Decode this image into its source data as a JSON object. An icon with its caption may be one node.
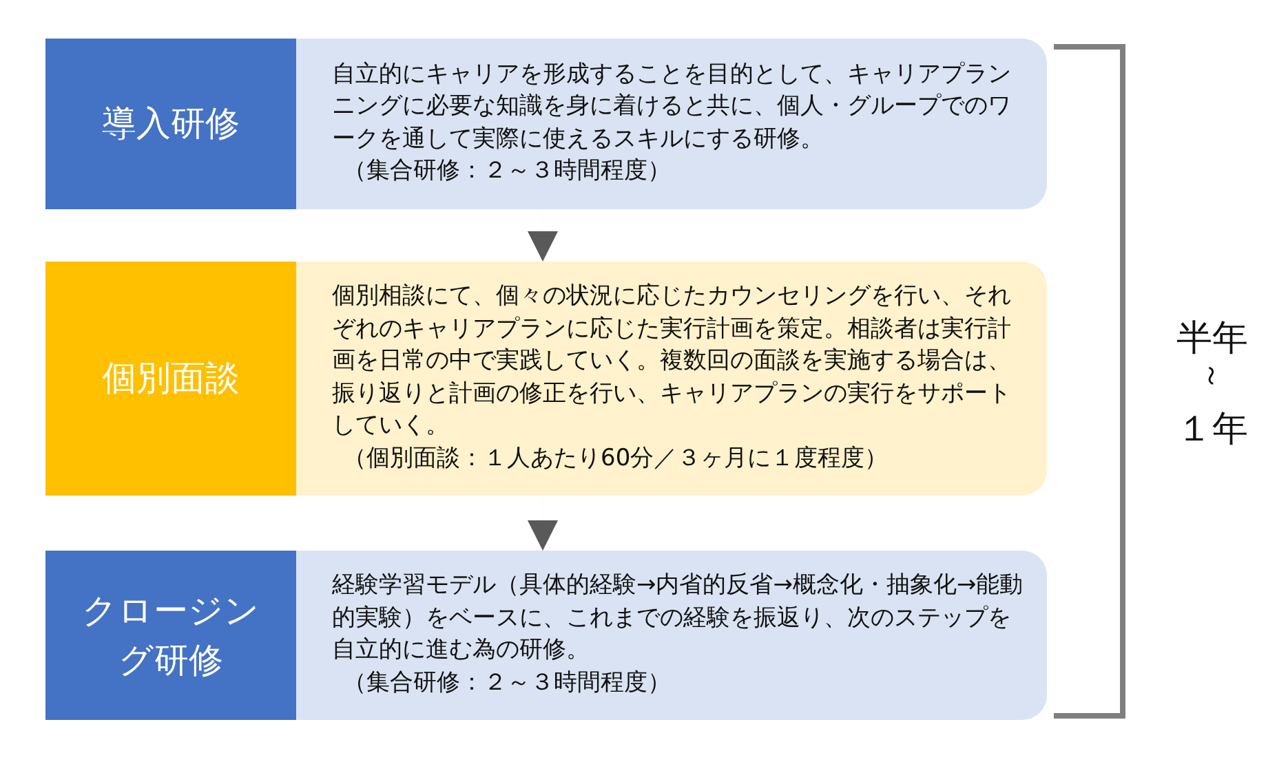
{
  "diagram": {
    "nodes": [
      {
        "text": [
          "導入研修",
          "自立的にキャリアを形成することを目的として、キャリアプランニングに必要な知識を身に着けると共に、個人・グループでのワークを通して実際に使えるスキルにする研修。",
          "（集合研修：２～３時間程度）"
        ]
      },
      {
        "text": [
          "個別面談",
          "個別相談にて、個々の状況に応じたカウンセリングを行い、それぞれのキャリアプランに応じた実行計画を策定。相談者は実行計画を日常の中で実践していく。複数回の面談を実施する場合は、振り返りと計画の修正を行い、キャリアプランの実行をサポートしていく。",
          "（個別面談：１人あたり60分／３ヶ月に１度程度）"
        ]
      },
      {
        "text": [
          "クロージング研修",
          "経験学習モデル（具体的経験→内省的反省→概念化・抽象化→能動的実験）をベースに、これまでの経験を振返り、次のステップを自立的に進む為の研修。",
          "（集合研修：２～３時間程度）"
        ]
      }
    ],
    "edges": [
      {
        "from": 0,
        "to": 1,
        "arrow": "to"
      },
      {
        "from": 1,
        "to": 2,
        "arrow": "to"
      }
    ],
    "labels": [
      "半年",
      "～",
      "１年"
    ]
  }
}
